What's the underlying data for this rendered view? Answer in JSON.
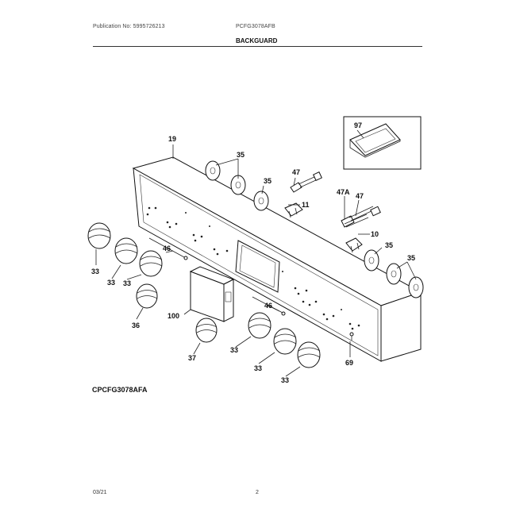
{
  "header": {
    "publication": "Publication No: 5995726213",
    "model_code": "PCFG3078AFB",
    "section_title": "BACKGUARD"
  },
  "diagram": {
    "model_label": "CPCFG3078AFA",
    "callouts": {
      "c19": "19",
      "c35a": "35",
      "c35b": "35",
      "c35c": "35",
      "c35d": "35",
      "c47a": "47",
      "c47b": "47A",
      "c47c": "47",
      "c11": "11",
      "c10": "10",
      "c97": "97",
      "c33a": "33",
      "c33b": "33",
      "c33c": "33",
      "c33d": "33",
      "c33e": "33",
      "c33f": "33",
      "c46a": "46",
      "c46b": "46",
      "c36": "36",
      "c100": "100",
      "c37": "37",
      "c69": "69"
    }
  },
  "footer": {
    "date": "03/21",
    "page": "2"
  }
}
